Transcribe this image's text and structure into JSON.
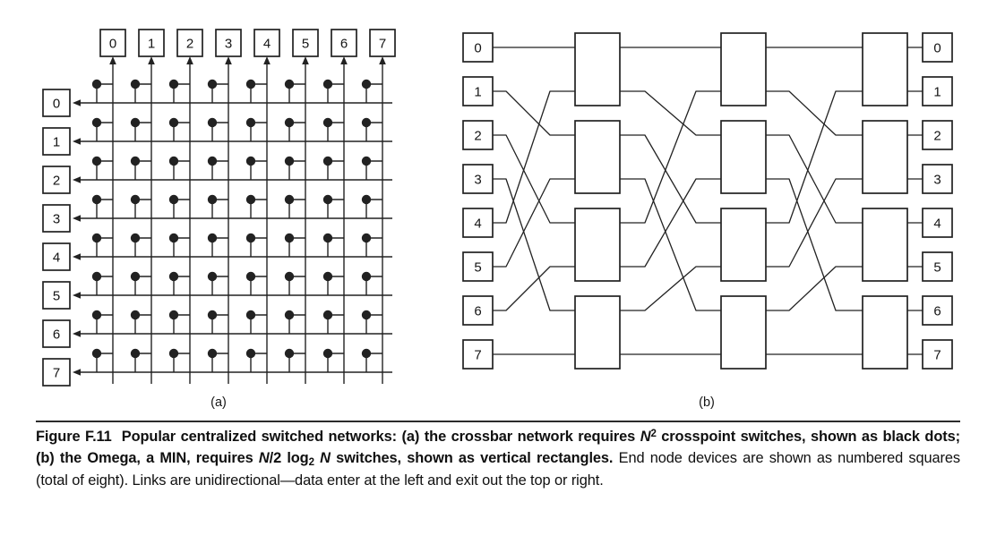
{
  "page": {
    "background": "#ffffff",
    "ink": "#222222",
    "text_color": "#101010"
  },
  "figure": {
    "panels": {
      "a": {
        "label": "(a)",
        "kind": "crossbar",
        "top_node_labels": [
          "0",
          "1",
          "2",
          "3",
          "4",
          "5",
          "6",
          "7"
        ],
        "left_node_labels": [
          "0",
          "1",
          "2",
          "3",
          "4",
          "5",
          "6",
          "7"
        ],
        "crosspoint_rows": 8,
        "crosspoint_cols": 8,
        "crosspoint_count": 64
      },
      "b": {
        "label": "(b)",
        "kind": "omega-min",
        "left_node_labels": [
          "0",
          "1",
          "2",
          "3",
          "4",
          "5",
          "6",
          "7"
        ],
        "right_node_labels": [
          "0",
          "1",
          "2",
          "3",
          "4",
          "5",
          "6",
          "7"
        ],
        "stages": 3,
        "switches_per_stage": 4,
        "interstage_shuffle": [
          0,
          2,
          4,
          6,
          1,
          3,
          5,
          7
        ]
      }
    },
    "caption_segments": [
      {
        "text": "Figure F.11  Popular centralized switched networks: (a) the crossbar network requires ",
        "style": "bold"
      },
      {
        "text": "N",
        "style": "bold-italic"
      },
      {
        "text": "2",
        "style": "bold-sup"
      },
      {
        "text": " crosspoint switches, shown as black dots; (b) the Omega, a MIN, requires ",
        "style": "bold"
      },
      {
        "text": "N",
        "style": "bold-italic"
      },
      {
        "text": "/2 log",
        "style": "bold"
      },
      {
        "text": "2",
        "style": "bold-sub"
      },
      {
        "text": " ",
        "style": "bold"
      },
      {
        "text": "N",
        "style": "bold-italic"
      },
      {
        "text": " switches, shown as vertical rectangles. ",
        "style": "bold"
      },
      {
        "text": "End node devices are shown as numbered squares (total of eight). Links are unidirectional—data enter at the left and exit out the top or right.",
        "style": "regular"
      }
    ]
  }
}
